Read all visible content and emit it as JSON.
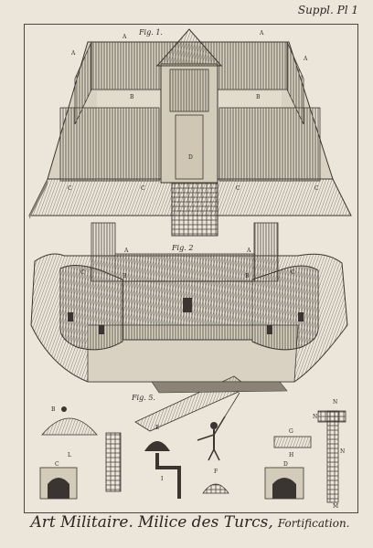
{
  "plate": {
    "top_label": "Suppl. Pl 1",
    "footer_title_1": "Art Militaire.",
    "footer_title_2": "Milice des Turcs,",
    "footer_subtitle": "Fortification."
  },
  "figures": {
    "fig1_label": "Fig. 1.",
    "fig2_label": "Fig. 2",
    "fig5_label": "Fig. 5."
  },
  "letters": {
    "A": "A",
    "B": "B",
    "C": "C",
    "D": "D",
    "E": "E",
    "F": "F",
    "G": "G",
    "H": "H",
    "I": "I",
    "L": "L",
    "M": "M",
    "N": "N"
  }
}
